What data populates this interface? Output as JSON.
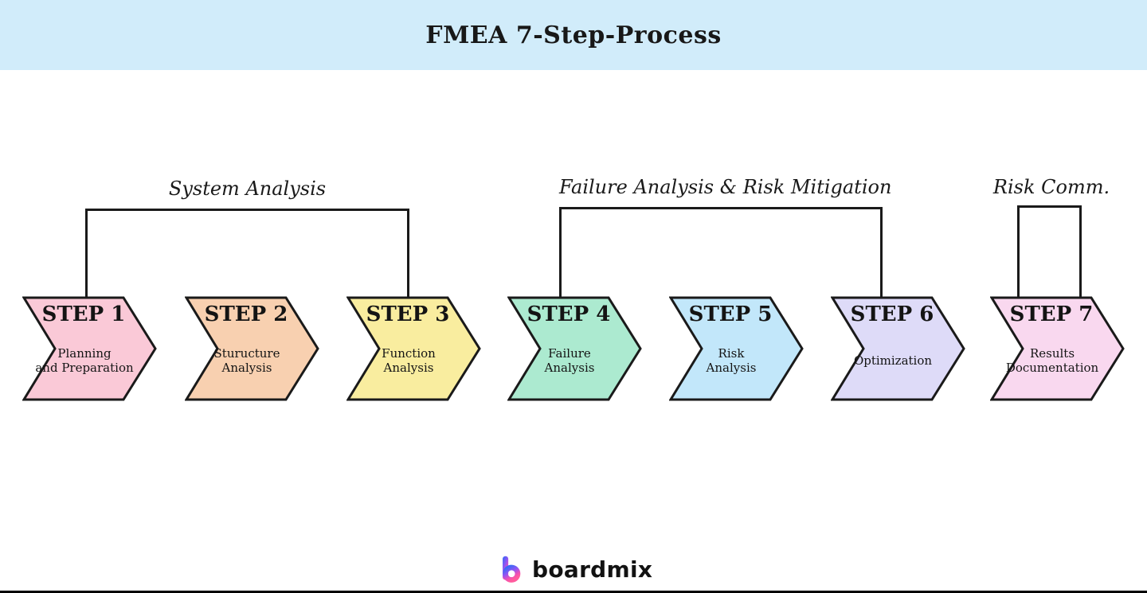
{
  "header": {
    "title": "FMEA 7-Step-Process"
  },
  "groups": [
    {
      "label": "System Analysis"
    },
    {
      "label": "Failure Analysis & Risk Mitigation"
    },
    {
      "label": "Risk Comm."
    }
  ],
  "steps": [
    {
      "title": "STEP 1",
      "subtitle": "Planning\nand Preparation",
      "color": "#FAC9D7"
    },
    {
      "title": "STEP 2",
      "subtitle": "Sturucture\nAnalysis",
      "color": "#F8D0B0"
    },
    {
      "title": "STEP 3",
      "subtitle": "Function\nAnalysis",
      "color": "#F9ED9F"
    },
    {
      "title": "STEP 4",
      "subtitle": "Failure\nAnalysis",
      "color": "#ACEAD0"
    },
    {
      "title": "STEP 5",
      "subtitle": "Risk\nAnalysis",
      "color": "#C2E7FA"
    },
    {
      "title": "STEP 6",
      "subtitle": "Optimization",
      "color": "#DEDBF8"
    },
    {
      "title": "STEP 7",
      "subtitle": "Results\nDocumentation",
      "color": "#F9D8EF"
    }
  ],
  "footer": {
    "brand": "boardmix"
  },
  "colors": {
    "header_bg": "#D1ECFA",
    "outline": "#1A1A1A",
    "logo_gradient": [
      "#2F6BF6",
      "#9055F4",
      "#FF4FA8"
    ]
  }
}
